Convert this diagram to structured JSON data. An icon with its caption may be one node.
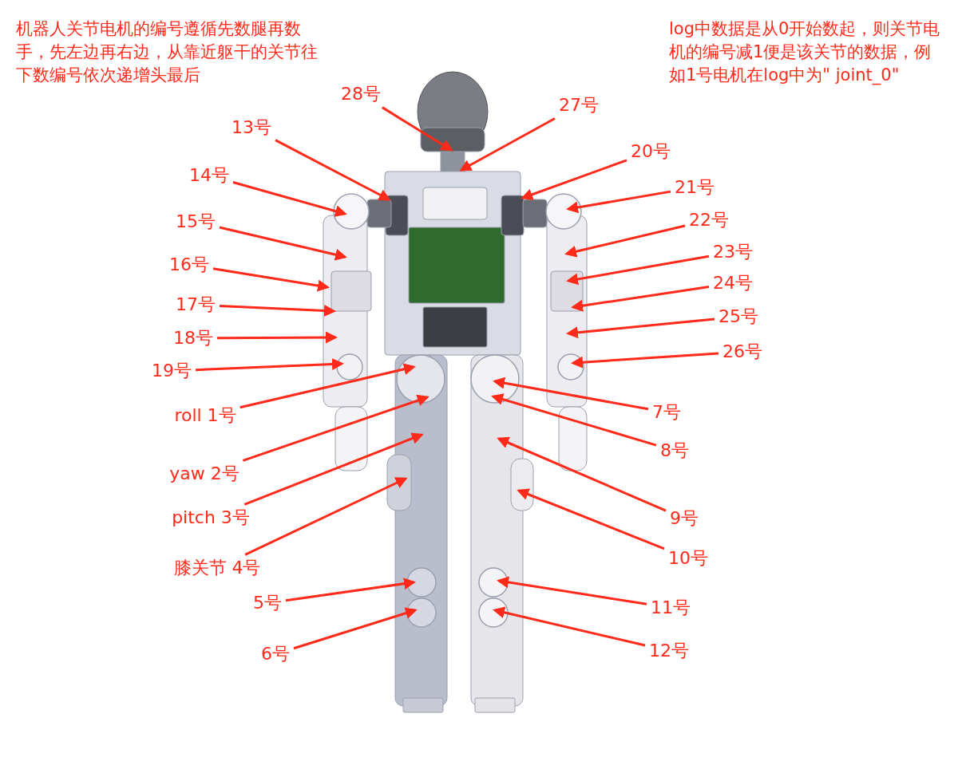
{
  "diagram": {
    "nodes": [
      {
        "text": [
          "28号"
        ]
      },
      {
        "text": [
          "27号"
        ]
      },
      {
        "text": [
          "13号"
        ]
      },
      {
        "text": [
          "20号"
        ]
      },
      {
        "text": [
          "14号"
        ]
      },
      {
        "text": [
          "21号"
        ]
      },
      {
        "text": [
          "15号"
        ]
      },
      {
        "text": [
          "22号"
        ]
      },
      {
        "text": [
          "16号"
        ]
      },
      {
        "text": [
          "23号"
        ]
      },
      {
        "text": [
          "17号"
        ]
      },
      {
        "text": [
          "24号"
        ]
      },
      {
        "text": [
          "18号"
        ]
      },
      {
        "text": [
          "25号"
        ]
      },
      {
        "text": [
          "19号"
        ]
      },
      {
        "text": [
          "26号"
        ]
      },
      {
        "text": [
          "roll 1号"
        ]
      },
      {
        "text": [
          "7号"
        ]
      },
      {
        "text": [
          "yaw 2号"
        ]
      },
      {
        "text": [
          "8号"
        ]
      },
      {
        "text": [
          "pitch 3号"
        ]
      },
      {
        "text": [
          "9号"
        ]
      },
      {
        "text": [
          "膝关节 4号"
        ]
      },
      {
        "text": [
          "10号"
        ]
      },
      {
        "text": [
          "5号"
        ]
      },
      {
        "text": [
          "11号"
        ]
      },
      {
        "text": [
          "6号"
        ]
      },
      {
        "text": [
          "12号"
        ]
      }
    ],
    "edges": [
      {
        "from": 0,
        "to": null,
        "arrow": "to"
      },
      {
        "from": 1,
        "to": null,
        "arrow": "to"
      },
      {
        "from": 2,
        "to": null,
        "arrow": "to"
      },
      {
        "from": 3,
        "to": null,
        "arrow": "to"
      },
      {
        "from": 4,
        "to": null,
        "arrow": "to"
      },
      {
        "from": 5,
        "to": null,
        "arrow": "to"
      },
      {
        "from": 6,
        "to": null,
        "arrow": "to"
      },
      {
        "from": 7,
        "to": null,
        "arrow": "to"
      },
      {
        "from": 8,
        "to": null,
        "arrow": "to"
      },
      {
        "from": 9,
        "to": null,
        "arrow": "to"
      },
      {
        "from": 10,
        "to": null,
        "arrow": "to"
      },
      {
        "from": 11,
        "to": null,
        "arrow": "to"
      },
      {
        "from": 12,
        "to": null,
        "arrow": "to"
      },
      {
        "from": 13,
        "to": null,
        "arrow": "to"
      },
      {
        "from": 14,
        "to": null,
        "arrow": "to"
      },
      {
        "from": 15,
        "to": null,
        "arrow": "to"
      },
      {
        "from": 16,
        "to": null,
        "arrow": "to"
      },
      {
        "from": 17,
        "to": null,
        "arrow": "to"
      },
      {
        "from": 18,
        "to": null,
        "arrow": "to"
      },
      {
        "from": 19,
        "to": null,
        "arrow": "to"
      },
      {
        "from": 20,
        "to": null,
        "arrow": "to"
      },
      {
        "from": 21,
        "to": null,
        "arrow": "to"
      },
      {
        "from": 22,
        "to": null,
        "arrow": "to"
      },
      {
        "from": 23,
        "to": null,
        "arrow": "to"
      },
      {
        "from": 24,
        "to": null,
        "arrow": "to"
      },
      {
        "from": 25,
        "to": null,
        "arrow": "to"
      },
      {
        "from": 26,
        "to": null,
        "arrow": "to"
      },
      {
        "from": 27,
        "to": null,
        "arrow": "to"
      }
    ],
    "labels": [
      "机器人关节电机的编号遵循先数腿再数手，先左边再右边，从靠近躯干的关节往下数编号依次递增头最后",
      "log中数据是从0开始数起，则关节电机的编号减1便是该关节的数据，例如1号电机在log中为\" joint_0\""
    ]
  }
}
